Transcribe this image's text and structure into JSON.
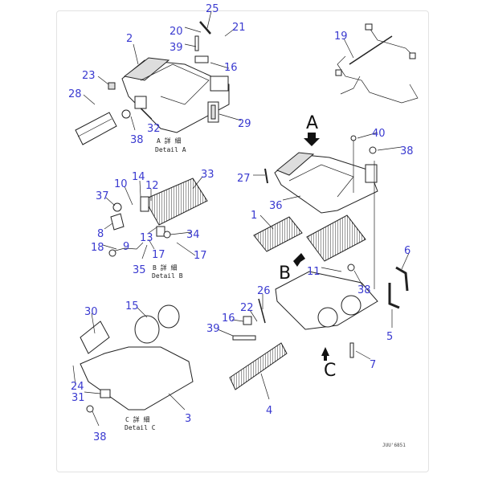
{
  "callouts": {
    "c25": "25",
    "c20": "20",
    "c21": "21",
    "c39a": "39",
    "c2": "2",
    "c16a": "16",
    "c23": "23",
    "c28": "28",
    "c32": "32",
    "c38a": "38",
    "c29": "29",
    "c19": "19",
    "c40": "40",
    "c38b": "38",
    "c27": "27",
    "c36": "36",
    "c1": "1",
    "c33": "33",
    "c14": "14",
    "c10": "10",
    "c12": "12",
    "c37": "37",
    "c8": "8",
    "c13": "13",
    "c34": "34",
    "c18": "18",
    "c9": "9",
    "c17a": "17",
    "c17b": "17",
    "c35": "35",
    "c11": "11",
    "c38c": "38",
    "c6": "6",
    "c26": "26",
    "c22": "22",
    "c16b": "16",
    "c39b": "39",
    "c5": "5",
    "c7": "7",
    "c4": "4",
    "c30": "30",
    "c15": "15",
    "c24": "24",
    "c31": "31",
    "c3": "3",
    "c38d": "38"
  },
  "view_arrows": {
    "a": "A",
    "b": "B",
    "c": "C"
  },
  "details": {
    "a_jp": "A 詳 細",
    "a_en": "Detail A",
    "b_jp": "B 詳 細",
    "b_en": "Detail B",
    "c_jp": "C 詳 細",
    "c_en": "Detail C"
  },
  "drawing_code": "JUU'6851"
}
